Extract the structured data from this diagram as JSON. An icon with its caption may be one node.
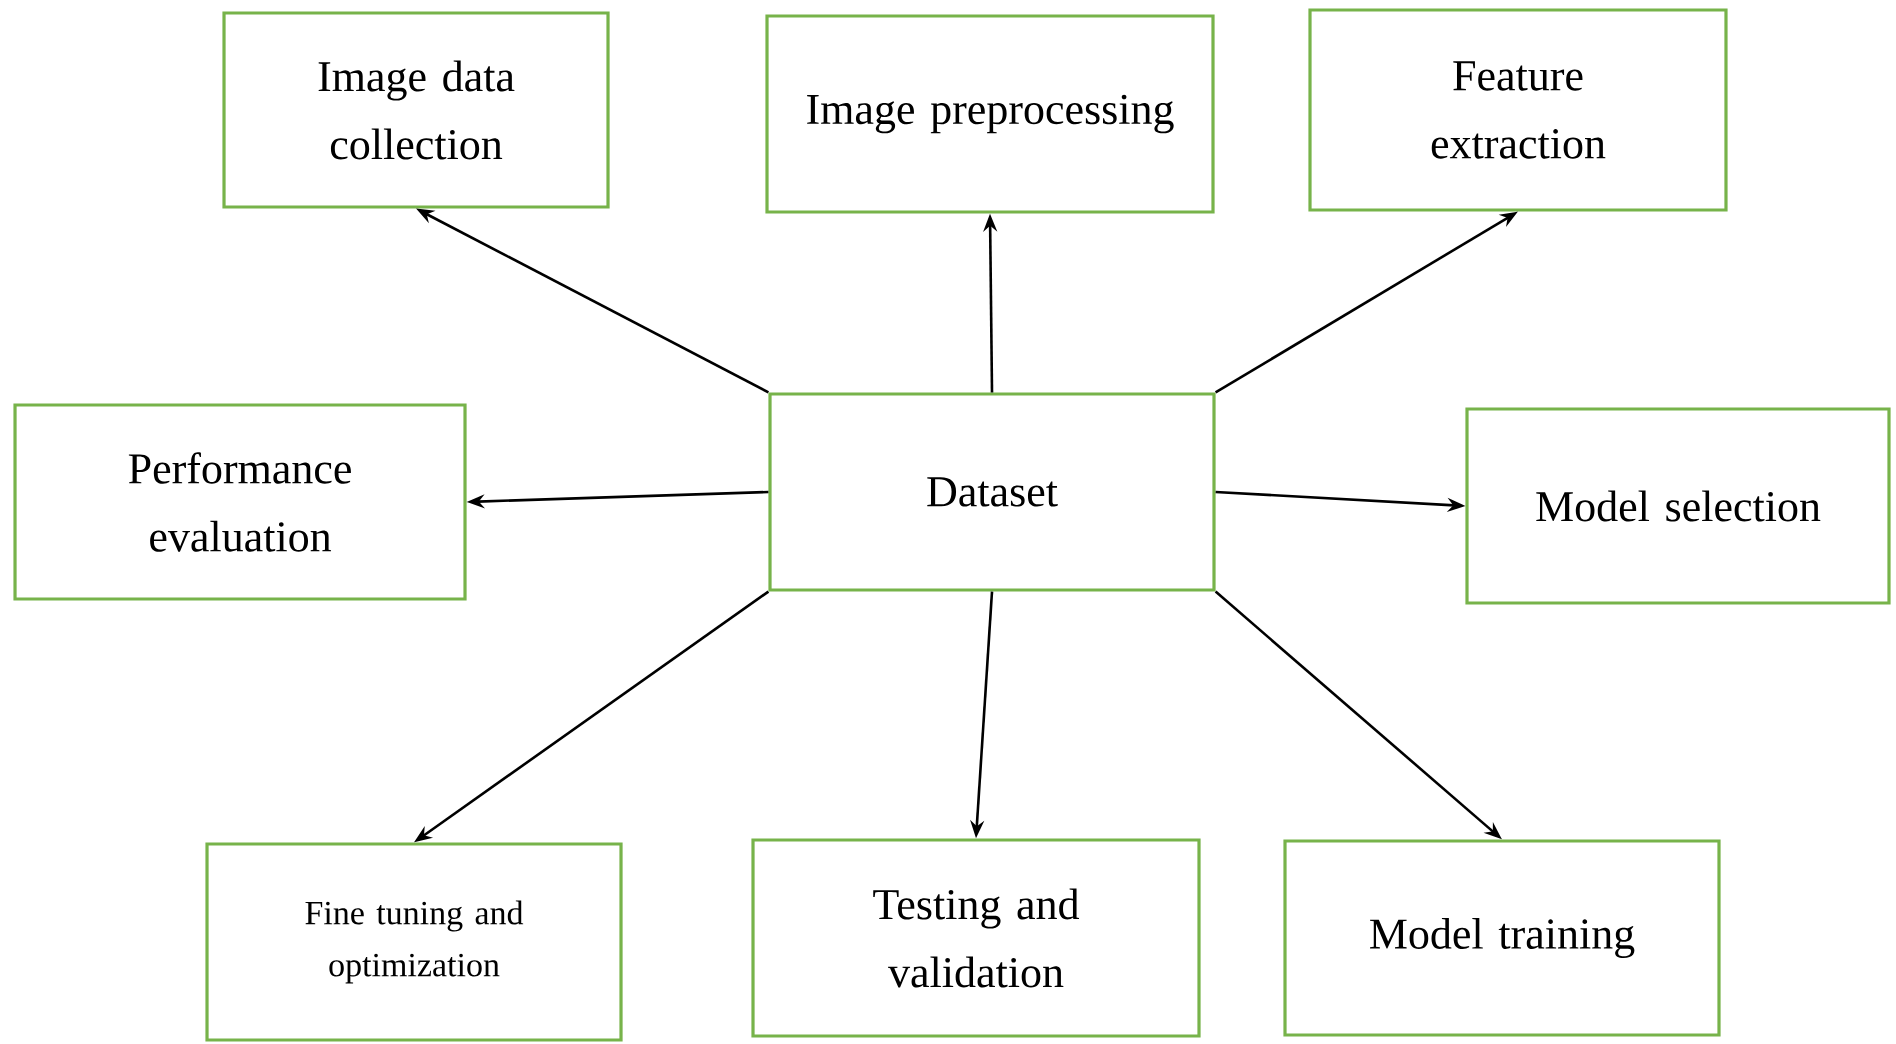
{
  "diagram": {
    "nodes": [
      {
        "text": [
          "Dataset"
        ]
      },
      {
        "text": [
          "Image data collection"
        ]
      },
      {
        "text": [
          "Image preprocessing"
        ]
      },
      {
        "text": [
          "Feature extraction"
        ]
      },
      {
        "text": [
          "Performance evaluation"
        ]
      },
      {
        "text": [
          "Model selection"
        ]
      },
      {
        "text": [
          "Fine tuning and optimization"
        ]
      },
      {
        "text": [
          "Testing and validation"
        ]
      },
      {
        "text": [
          "Model training"
        ]
      }
    ],
    "edges": [
      {
        "from": 0,
        "to": 1,
        "arrow": "to"
      },
      {
        "from": 0,
        "to": 2,
        "arrow": "to"
      },
      {
        "from": 0,
        "to": 3,
        "arrow": "to"
      },
      {
        "from": 0,
        "to": 4,
        "arrow": "to"
      },
      {
        "from": 0,
        "to": 5,
        "arrow": "to"
      },
      {
        "from": 0,
        "to": 6,
        "arrow": "to"
      },
      {
        "from": 0,
        "to": 7,
        "arrow": "to"
      },
      {
        "from": 0,
        "to": 8,
        "arrow": "to"
      }
    ]
  }
}
